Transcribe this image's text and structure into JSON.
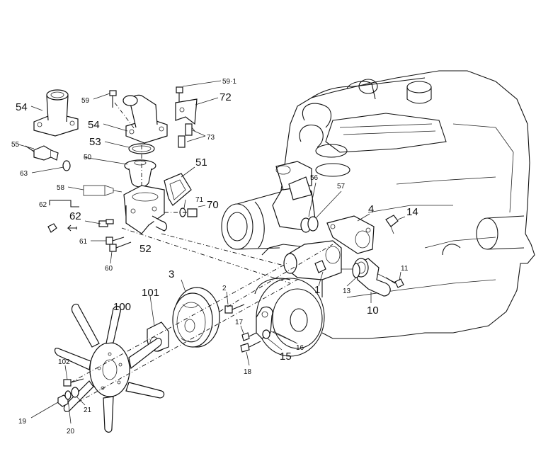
{
  "diagram": {
    "callouts": [
      {
        "id": "54a",
        "text": "54"
      },
      {
        "id": "59",
        "text": "59"
      },
      {
        "id": "54b",
        "text": "54"
      },
      {
        "id": "591",
        "text": "59·1"
      },
      {
        "id": "72",
        "text": "72"
      },
      {
        "id": "73",
        "text": "73"
      },
      {
        "id": "53",
        "text": "53"
      },
      {
        "id": "55",
        "text": "55"
      },
      {
        "id": "50",
        "text": "50"
      },
      {
        "id": "63",
        "text": "63"
      },
      {
        "id": "51",
        "text": "51"
      },
      {
        "id": "58",
        "text": "58"
      },
      {
        "id": "71",
        "text": "71"
      },
      {
        "id": "70",
        "text": "70"
      },
      {
        "id": "62a",
        "text": "62"
      },
      {
        "id": "62b",
        "text": "62"
      },
      {
        "id": "61",
        "text": "61"
      },
      {
        "id": "52",
        "text": "52"
      },
      {
        "id": "60",
        "text": "60"
      },
      {
        "id": "56",
        "text": "56"
      },
      {
        "id": "57",
        "text": "57"
      },
      {
        "id": "4",
        "text": "4"
      },
      {
        "id": "14",
        "text": "14"
      },
      {
        "id": "1",
        "text": "1"
      },
      {
        "id": "11",
        "text": "11"
      },
      {
        "id": "13",
        "text": "13"
      },
      {
        "id": "10",
        "text": "10"
      },
      {
        "id": "3",
        "text": "3"
      },
      {
        "id": "2",
        "text": "2"
      },
      {
        "id": "101",
        "text": "101"
      },
      {
        "id": "100",
        "text": "100"
      },
      {
        "id": "17",
        "text": "17"
      },
      {
        "id": "16",
        "text": "16"
      },
      {
        "id": "15",
        "text": "15"
      },
      {
        "id": "18",
        "text": "18"
      },
      {
        "id": "102",
        "text": "102"
      },
      {
        "id": "21",
        "text": "21"
      },
      {
        "id": "19",
        "text": "19"
      },
      {
        "id": "20",
        "text": "20"
      }
    ]
  }
}
